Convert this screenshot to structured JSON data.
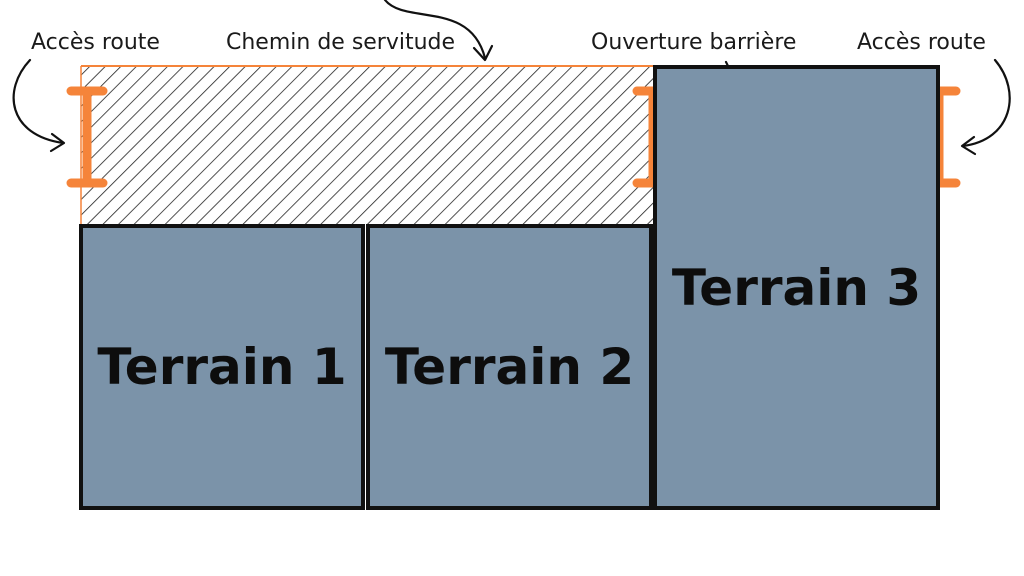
{
  "labels": {
    "road_access_left": "Accès route",
    "easement_path": "Chemin de servitude",
    "gate_opening": "Ouverture barrière",
    "road_access_right": "Accès route"
  },
  "plots": [
    {
      "name": "Terrain 1"
    },
    {
      "name": "Terrain 2"
    },
    {
      "name": "Terrain 3"
    }
  ],
  "colors": {
    "plot_fill": "#7b93a9",
    "accent_orange": "#f5843a",
    "outline": "#111111",
    "hatch": "#222222"
  }
}
